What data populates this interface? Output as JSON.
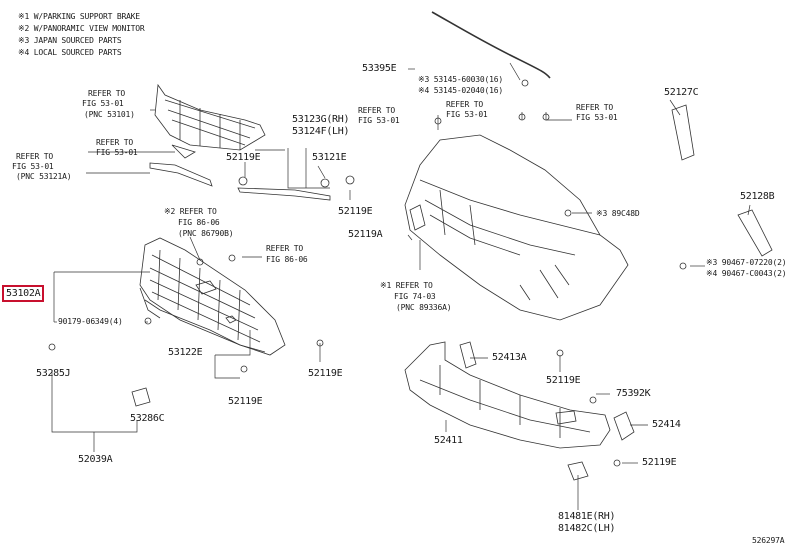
{
  "legend": [
    "※1 W/PARKING SUPPORT BRAKE",
    "※2 W/PANORAMIC VIEW MONITOR",
    "※3 JAPAN SOURCED PARTS",
    "※4 LOCAL SOURCED PARTS"
  ],
  "parts": {
    "p53102A": "53102A",
    "p90179": "90179-06349(4)",
    "p53285J": "53285J",
    "p53286C": "53286C",
    "p52039A": "52039A",
    "p53122E": "53122E",
    "p52119E_a": "52119E",
    "p52119E_b": "52119E",
    "p52119E_c": "52119E",
    "p52119E_d": "52119E",
    "p52119E_e": "52119E",
    "p52119E_f": "52119E",
    "p53123G": "53123G(RH)",
    "p53124F": "53124F(LH)",
    "p53121E": "53121E",
    "p53395E": "53395E",
    "p53145_1": "※3 53145-60030(16)",
    "p53145_2": "※4 53145-02040(16)",
    "p52127C": "52127C",
    "p52128B": "52128B",
    "p52119A": "52119A",
    "p89C48D": "※3 89C48D",
    "p90467_1": "※3 90467-07220(2)",
    "p90467_2": "※4 90467-C0043(2)",
    "p52413A": "52413A",
    "p75392K": "75392K",
    "p52414": "52414",
    "p52411": "52411",
    "p81481E": "81481E(RH)",
    "p81482C": "81482C(LH)"
  },
  "refs": {
    "r1": [
      "REFER TO",
      "FIG 53-01",
      "(PNC 53101)"
    ],
    "r2": [
      "REFER TO",
      "FIG 53-01"
    ],
    "r3": [
      "REFER TO",
      "FIG 53-01",
      "(PNC 53121A)"
    ],
    "r4": [
      "※2 REFER TO",
      "FIG 86-06",
      "(PNC 86790B)"
    ],
    "r5": [
      "REFER TO",
      "FIG 86-06"
    ],
    "r6": [
      "REFER TO",
      "FIG 53-01"
    ],
    "r7": [
      "REFER TO",
      "FIG 53-01"
    ],
    "r8": [
      "REFER TO",
      "FIG 53-01"
    ],
    "r9": [
      "※1 REFER TO",
      "FIG 74-03",
      "(PNC 89336A)"
    ]
  },
  "footer_code": "526297A",
  "colors": {
    "highlight": "#c8102e",
    "line": "#333333"
  }
}
